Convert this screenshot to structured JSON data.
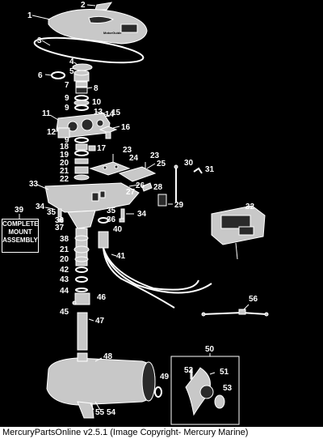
{
  "diagram": {
    "part_numbers": [
      "1",
      "2",
      "3",
      "4",
      "5",
      "6",
      "7",
      "8",
      "9",
      "10",
      "9",
      "13",
      "14",
      "15",
      "11",
      "12",
      "16",
      "17",
      "9",
      "18",
      "19",
      "20",
      "21",
      "22",
      "23",
      "24",
      "23",
      "25",
      "26",
      "27",
      "28",
      "29",
      "30",
      "31",
      "32",
      "33",
      "34",
      "35",
      "36",
      "37",
      "34",
      "35",
      "36",
      "38",
      "21",
      "20",
      "40",
      "41",
      "42",
      "43",
      "44",
      "45",
      "46",
      "47",
      "48",
      "49",
      "50",
      "51",
      "52",
      "53",
      "54",
      "55",
      "56",
      "39"
    ],
    "mount_box_lines": [
      "COMPLETE",
      "MOUNT",
      "ASSEMBLY"
    ],
    "brand_mark": "MotorGuide"
  },
  "footer": {
    "caption": "MercuryPartsOnline v2.5.1 (Image Copyright- Mercury Marine)"
  }
}
